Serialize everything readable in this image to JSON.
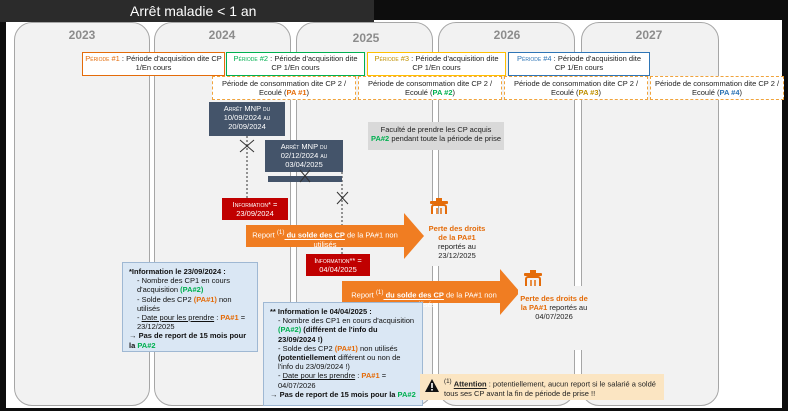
{
  "title": "Arrêt maladie < 1 an",
  "years": [
    "2023",
    "2024",
    "2025",
    "2026",
    "2027"
  ],
  "periods": [
    {
      "prefix": "Période #1",
      "rest": " : Période d'acquisition dite CP 1/En cours",
      "color": "#e46c0a"
    },
    {
      "prefix": "Période #2",
      "rest": " : Période d'acquisition dite CP 1/En cours",
      "color": "#00b050"
    },
    {
      "prefix": "Période #3",
      "rest": " : Période d'acquisition dite CP 1/En cours",
      "color": "#bf9000"
    },
    {
      "prefix": "Période #4",
      "rest": " : Période d'acquisition dite CP 1/En cours",
      "color": "#2e75b6"
    }
  ],
  "conso": [
    {
      "text": "Période de consommation dite CP 2 / Ecoulé (",
      "pa": "PA #1",
      "end": ")"
    },
    {
      "text": "Période de consommation dite CP 2 / Ecoulé (",
      "pa": "PA #2",
      "end": ")"
    },
    {
      "text": "Période de consommation dite CP 2 / Ecoulé (",
      "pa": "PA #3",
      "end": ")"
    },
    {
      "text": "Période de consommation dite CP 2 / Ecoulé (",
      "pa": "PA #4",
      "end": ")"
    }
  ],
  "arret1": "Arrêt MNP du 10/09/2024 au 20/09/2024",
  "arret2": "Arrêt MNP du 02/12/2024 au 03/04/2025",
  "faculte": {
    "before": "Faculté de prendre les CP acquis ",
    "pa": "PA#2",
    "after": " pendant toute la période de prise"
  },
  "info1": {
    "label": "Information* = 23/09/2024"
  },
  "info2": {
    "label": "Information** = 04/04/2025"
  },
  "report1": {
    "before": "Report ",
    "sup": "(1)",
    "mid": " du solde des CP",
    "after": " de la PA#1 non utilisés"
  },
  "report2": {
    "before": "Report ",
    "sup": "(1)",
    "mid": " du solde des CP",
    "after": " de la PA#1 non utilisés"
  },
  "loss1": {
    "bold": "Perte des droits de la PA#1",
    "rest": " reportés au 23/12/2025"
  },
  "loss2": {
    "bold": "Perte des droits de la PA#1",
    "rest": " reportés au 04/07/2026"
  },
  "note1": {
    "title": "*Information le 23/09/2024 :",
    "l1": "Nombre des CP1 en cours d'acquisition ",
    "l1b": "(PA#2)",
    "l2": "Solde des CP2 ",
    "l2b": "(PA#1)",
    "l2c": " non utilisés",
    "l3": "Date pour les prendre",
    "l3b": " : ",
    "l3c": "PA#1",
    "l3d": " = 23/12/2025",
    "l4": "Pas de report de 15 mois pour la ",
    "l4b": "PA#2"
  },
  "note2": {
    "title": "** Information le 04/04/2025 :",
    "l1": "Nombre des CP1 en cours d'acquisition ",
    "l1b": "(PA#2)",
    "l1c": " (différent de l'info du 23/09/2024 !)",
    "l2": "Solde des CP2 ",
    "l2b": "(PA#1)",
    "l2c": " non utilisés ",
    "l2d": "(potentiellement",
    "l2e": " différent ou non de l'info du 23/09/2024 !)",
    "l3": "Date pour les prendre",
    "l3b": " : ",
    "l3c": "PA#1",
    "l3d": " = 04/07/2026",
    "l4": "Pas de report de 15 mois pour la ",
    "l4b": "PA#2"
  },
  "warning": {
    "sup": "(1)",
    "bold": "Attention",
    "rest": " : potentiellement, aucun report si le salarié a soldé tous ses CP avant la fin de période de prise !!"
  }
}
